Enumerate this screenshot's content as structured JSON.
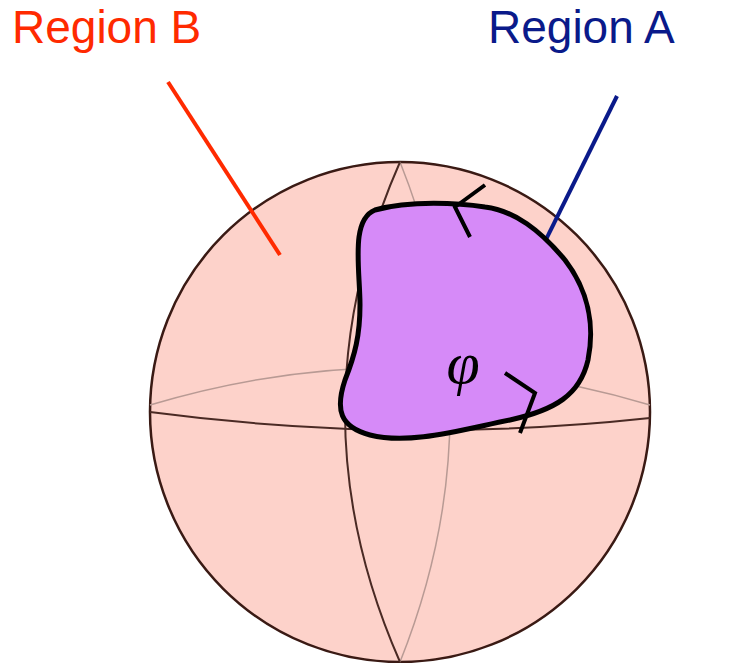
{
  "diagram": {
    "nodes": [
      {
        "text": [
          "φ"
        ]
      }
    ],
    "labels": [
      "Region B",
      "Region A"
    ]
  }
}
